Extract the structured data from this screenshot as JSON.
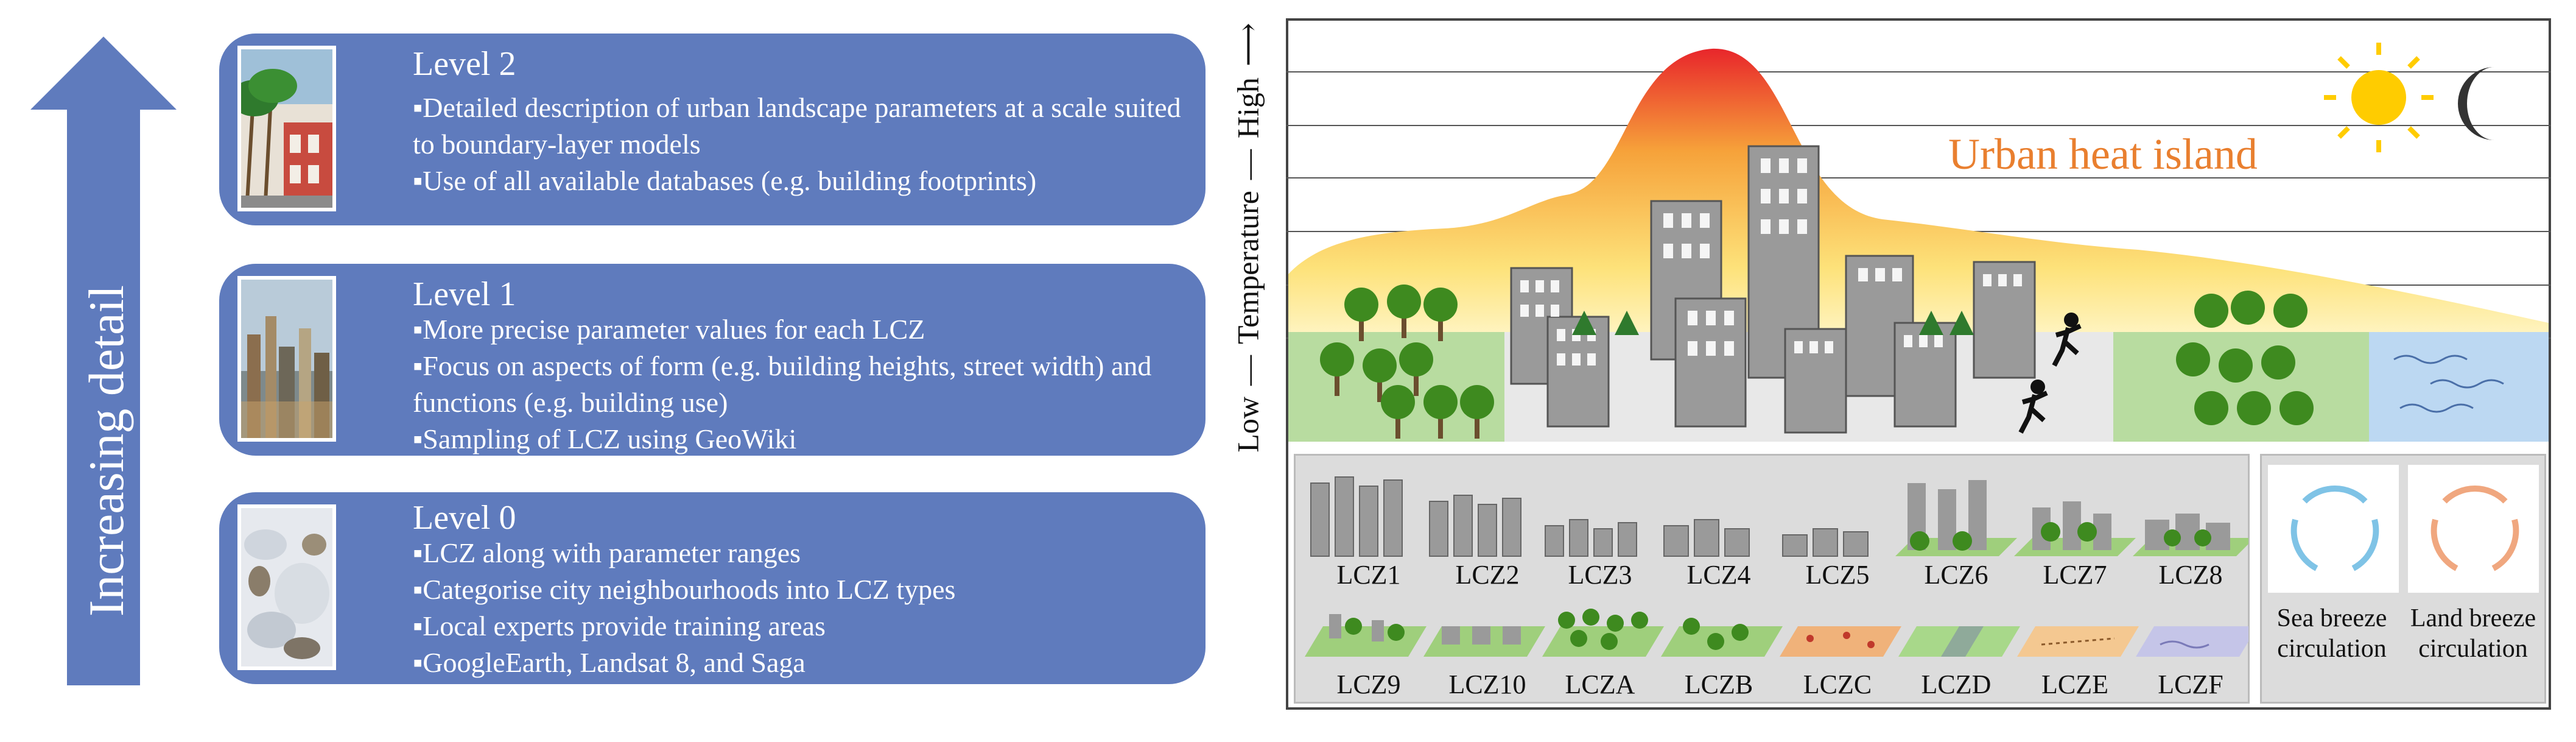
{
  "left_panel": {
    "arrow_label": "Increasing detail",
    "levels": [
      {
        "title": "Level 2",
        "bullets": [
          "▪Detailed description of urban landscape parameters at a scale suited to boundary-layer models",
          "▪Use of all available databases (e.g. building footprints)"
        ]
      },
      {
        "title": "Level 1",
        "bullets": [
          "▪More precise parameter values for each LCZ",
          "▪Focus on aspects of form (e.g. building heights, street width) and functions (e.g. building use)",
          "▪Sampling of LCZ using GeoWiki"
        ]
      },
      {
        "title": "Level 0",
        "bullets": [
          "▪LCZ along with parameter ranges",
          "▪Categorise city neighbourhoods into LCZ types",
          "▪Local experts provide training areas",
          "▪GoogleEarth, Landsat 8, and Saga"
        ]
      }
    ],
    "colors": {
      "box": "#5f7bbd",
      "arrow": "#5f7bbd"
    }
  },
  "right_panel": {
    "uhi_label": "Urban heat island",
    "temperature_axis": {
      "low": "Low",
      "middle": "Temperature",
      "high": "High"
    },
    "lcz_row1": [
      "LCZ1",
      "LCZ2",
      "LCZ3",
      "LCZ4",
      "LCZ5",
      "LCZ6",
      "LCZ7",
      "LCZ8"
    ],
    "lcz_row2": [
      "LCZ9",
      "LCZ10",
      "LCZA",
      "LCZB",
      "LCZC",
      "LCZD",
      "LCZE",
      "LCZF"
    ],
    "sea_breeze": {
      "line1": "Sea breeze",
      "line2": "circulation"
    },
    "land_breeze": {
      "line1": "Land breeze",
      "line2": "circulation"
    },
    "icons": [
      "sun-icon",
      "moon-icon",
      "runner-icon",
      "tree-icon",
      "building-icon",
      "water-icon",
      "circulation-icon"
    ],
    "colors": {
      "heat_top": "#e8262b",
      "heat_mid": "#f6a23a",
      "heat_low": "#fde27a",
      "label": "#e97f2f",
      "grass": "#b8dca0",
      "water": "#bcd8f2",
      "building": "#9a9a9a"
    }
  }
}
